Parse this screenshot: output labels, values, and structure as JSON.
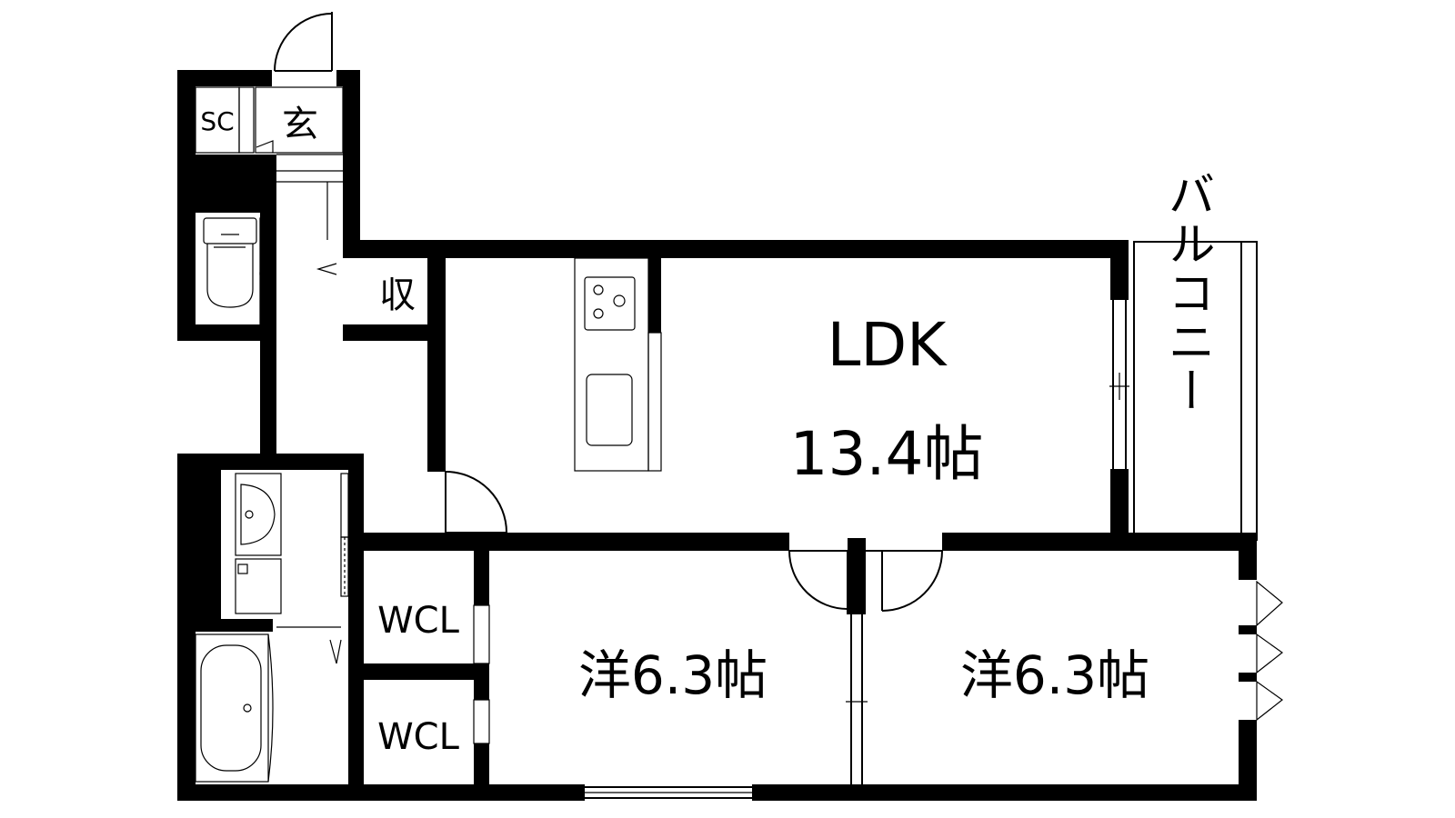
{
  "rooms": {
    "ldk_name": "LDK",
    "ldk_size": "13.4帖",
    "bedroom1": "洋6.3帖",
    "bedroom2": "洋6.3帖",
    "wcl1": "WCL",
    "wcl2": "WCL",
    "storage": "収",
    "entrance": "玄",
    "shoe_closet": "SC",
    "balcony": "バルコニー"
  }
}
